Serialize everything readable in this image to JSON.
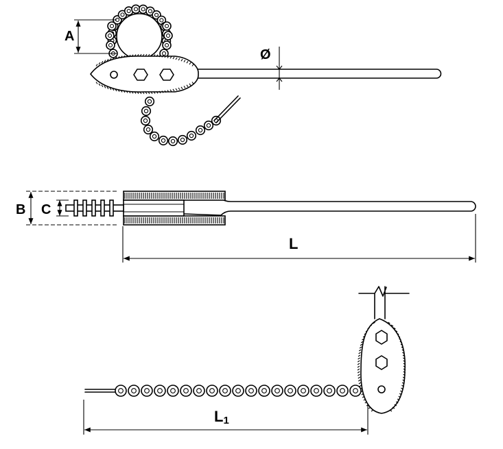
{
  "diagram": {
    "labels": {
      "a": "A",
      "diameter": "Ø",
      "b": "B",
      "c": "C",
      "l": "L",
      "l1_main": "L",
      "l1_sub": "1"
    }
  },
  "colors": {
    "line": "#000000",
    "background": "#ffffff"
  }
}
